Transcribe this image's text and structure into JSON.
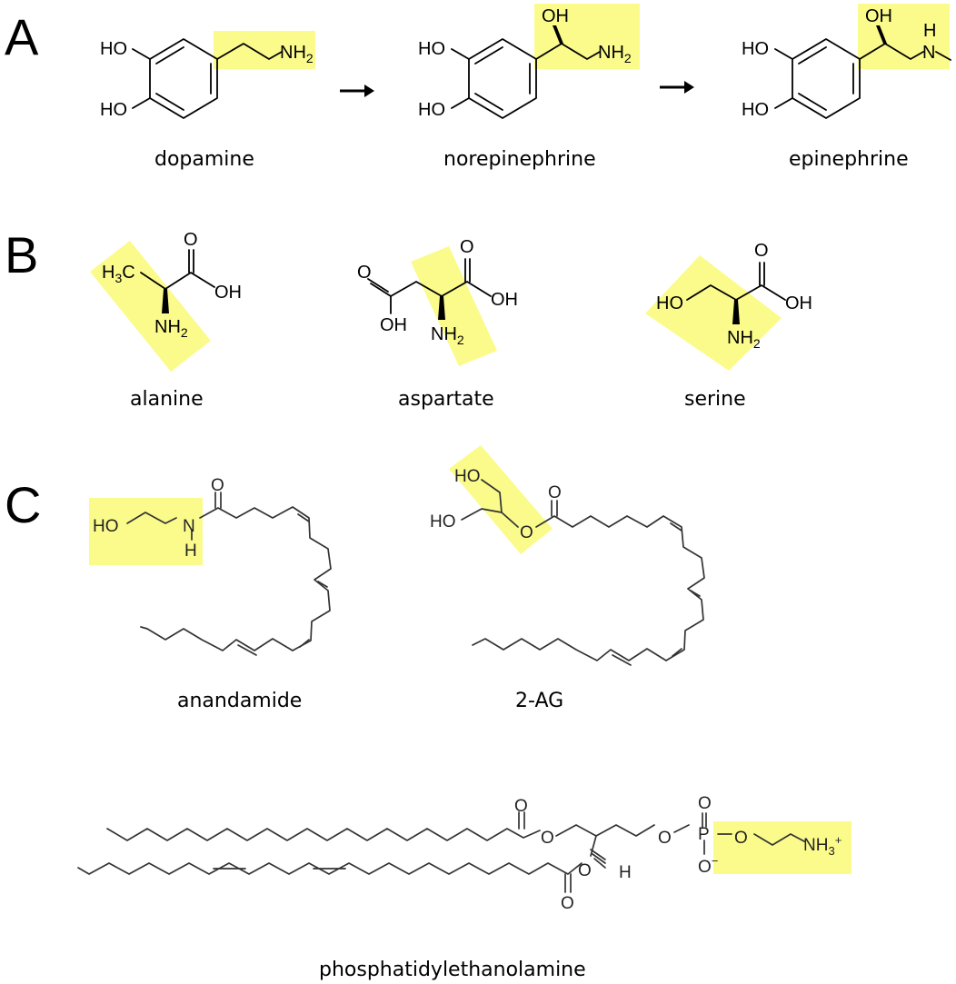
{
  "panels": {
    "a": "A",
    "b": "B",
    "c": "C"
  },
  "colors": {
    "highlight": "#fbfb8c",
    "ink": "#000000"
  },
  "molecules": {
    "dopamine": {
      "name": "dopamine",
      "ho_top": "HO",
      "ho_bottom": "HO",
      "amine": "NH",
      "amine_sub": "2"
    },
    "norepinephrine": {
      "name": "norepinephrine",
      "ho_top": "HO",
      "ho_bottom": "HO",
      "oh": "OH",
      "amine": "NH",
      "amine_sub": "2"
    },
    "epinephrine": {
      "name": "epinephrine",
      "ho_top": "HO",
      "ho_bottom": "HO",
      "oh": "OH",
      "amine_h": "H",
      "amine_n": "N"
    },
    "alanine": {
      "name": "alanine",
      "methyl": "H",
      "methyl_sub": "3",
      "methyl_c": "C",
      "oh": "OH",
      "o": "O",
      "amine": "NH",
      "amine_sub": "2"
    },
    "aspartate": {
      "name": "aspartate",
      "o_left": "O",
      "oh_left": "OH",
      "oh": "OH",
      "o": "O",
      "amine": "NH",
      "amine_sub": "2"
    },
    "serine": {
      "name": "serine",
      "ho": "HO",
      "oh": "OH",
      "o": "O",
      "amine": "NH",
      "amine_sub": "2"
    },
    "anandamide": {
      "name": "anandamide",
      "ho": "HO",
      "n": "N",
      "h": "H",
      "o": "O"
    },
    "two_ag": {
      "name": "2-AG",
      "ho_top": "HO",
      "ho_bottom": "HO",
      "o_ester": "O",
      "o": "O"
    },
    "pe": {
      "name": "phosphatidylethanolamine",
      "o_top": "O",
      "o_ester_top": "O",
      "o_ester_bottom": "O",
      "o_bottom": "O",
      "h": "H",
      "o_link": "O",
      "p": "P",
      "p_o_top": "O",
      "p_o_minus": "O",
      "minus": "−",
      "o_ethanol": "O",
      "nh": "NH",
      "nh_sub": "3",
      "nh_sup": "+"
    }
  }
}
